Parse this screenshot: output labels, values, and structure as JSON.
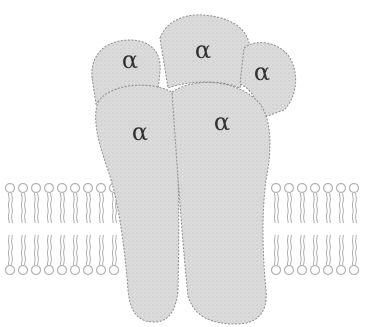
{
  "figure": {
    "colors": {
      "background": "#ffffff",
      "protein_fill": "#d9d9d9",
      "protein_outline": "#8c8c8c",
      "lipid_head": "#b3b3b3",
      "lipid_tail": "#a6a6a6"
    },
    "subunits": [
      {
        "label": "α"
      },
      {
        "label": "α"
      },
      {
        "label": "α"
      },
      {
        "label": "α"
      },
      {
        "label": "α"
      }
    ]
  }
}
